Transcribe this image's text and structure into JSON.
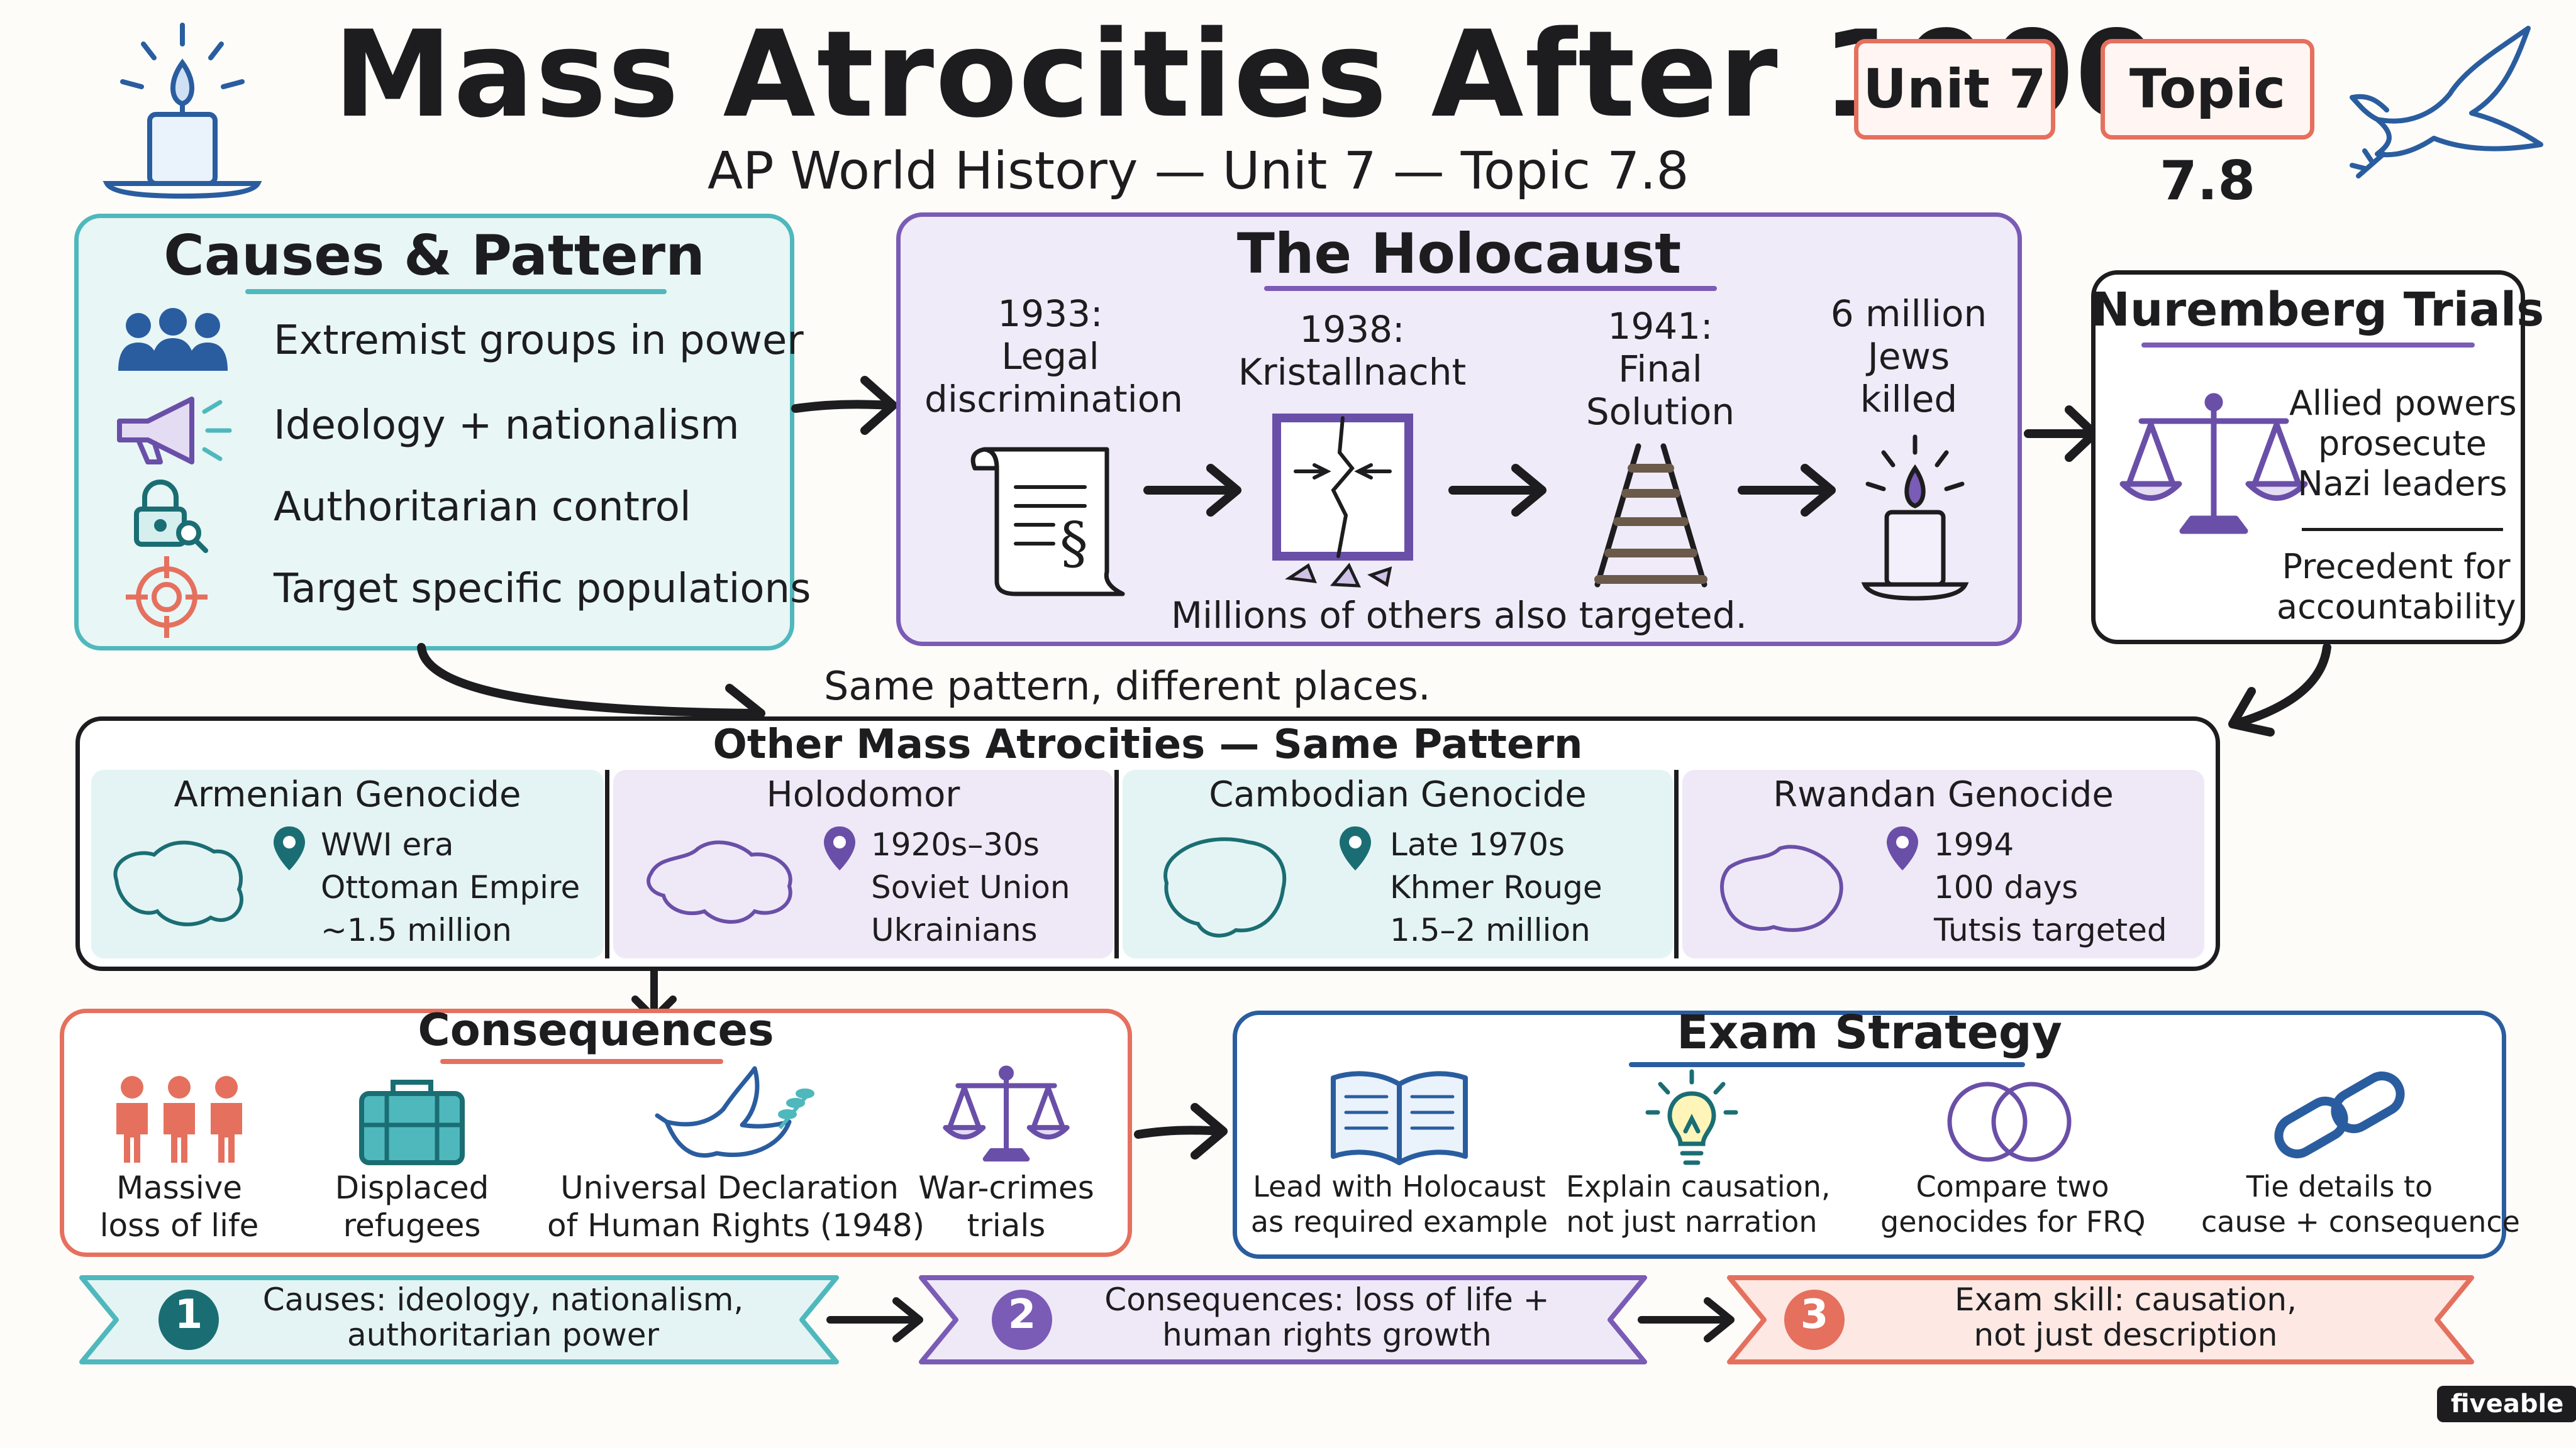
{
  "title": "Mass Atrocities After 1900",
  "subtitle": "AP World History — Unit 7 — Topic 7.8",
  "badges": {
    "unit": "Unit 7",
    "topic": "Topic 7.8"
  },
  "causes": {
    "heading": "Causes & Pattern",
    "items": [
      {
        "icon": "people-group-icon",
        "label": "Extremist groups in power"
      },
      {
        "icon": "megaphone-icon",
        "label": "Ideology + nationalism"
      },
      {
        "icon": "lock-magnifier-icon",
        "label": "Authoritarian control"
      },
      {
        "icon": "target-icon",
        "label": "Target specific populations"
      }
    ]
  },
  "holocaust": {
    "heading": "The Holocaust",
    "steps": [
      {
        "lines": [
          "1933:",
          "Legal",
          "discrimination"
        ],
        "icon": "scroll-document-icon"
      },
      {
        "lines": [
          "1938:",
          "Kristallnacht"
        ],
        "icon": "broken-window-icon"
      },
      {
        "lines": [
          "1941:",
          "Final",
          "Solution"
        ],
        "icon": "railroad-tracks-icon"
      },
      {
        "lines": [
          "6 million",
          "Jews",
          "killed"
        ],
        "icon": "memorial-candle-icon"
      }
    ],
    "note": "Millions of others also targeted."
  },
  "nuremberg": {
    "heading": "Nuremberg Trials",
    "lines1": [
      "Allied powers",
      "prosecute",
      "Nazi leaders"
    ],
    "lines2": [
      "Precedent for",
      "accountability"
    ]
  },
  "pattern_note": "Same pattern, different places.",
  "other": {
    "heading": "Other Mass Atrocities — Same Pattern",
    "cases": [
      {
        "name": "Armenian Genocide",
        "lines": [
          "WWI era",
          "Ottoman Empire",
          "~1.5 million"
        ]
      },
      {
        "name": "Holodomor",
        "lines": [
          "1920s–30s",
          "Soviet Union",
          "Ukrainians"
        ]
      },
      {
        "name": "Cambodian Genocide",
        "lines": [
          "Late 1970s",
          "Khmer Rouge",
          "1.5–2 million"
        ]
      },
      {
        "name": "Rwandan Genocide",
        "lines": [
          "1994",
          "100 days",
          "Tutsis targeted"
        ]
      }
    ]
  },
  "consequences": {
    "heading": "Consequences",
    "items": [
      {
        "icon": "people-loss-icon",
        "lines": [
          "Massive",
          "loss of life"
        ]
      },
      {
        "icon": "suitcase-icon",
        "lines": [
          "Displaced",
          "refugees"
        ]
      },
      {
        "icon": "dove-olive-branch-icon",
        "lines": [
          "Universal Declaration",
          "of Human Rights (1948)"
        ]
      },
      {
        "icon": "justice-scale-icon",
        "lines": [
          "War-crimes",
          "trials"
        ]
      }
    ]
  },
  "exam": {
    "heading": "Exam Strategy",
    "items": [
      {
        "icon": "open-book-icon",
        "lines": [
          "Lead with Holocaust",
          "as required example"
        ]
      },
      {
        "icon": "lightbulb-icon",
        "lines": [
          "Explain causation,",
          "not just narration"
        ]
      },
      {
        "icon": "venn-circles-icon",
        "lines": [
          "Compare two",
          "genocides for FRQ"
        ]
      },
      {
        "icon": "chain-link-icon",
        "lines": [
          "Tie details to",
          "cause + consequence"
        ]
      }
    ]
  },
  "takeaways": [
    {
      "num": "1",
      "lines": [
        "Causes: ideology, nationalism,",
        "authoritarian power"
      ]
    },
    {
      "num": "2",
      "lines": [
        "Consequences: loss of life +",
        "human rights growth"
      ]
    },
    {
      "num": "3",
      "lines": [
        "Exam skill: causation,",
        "not just description"
      ]
    }
  ],
  "brand": "fiveable",
  "colors": {
    "teal": "#4fb8bd",
    "purple": "#7a5bb5",
    "coral": "#e5705e",
    "blue": "#2a5d9f",
    "ink": "#1d1d1f"
  }
}
